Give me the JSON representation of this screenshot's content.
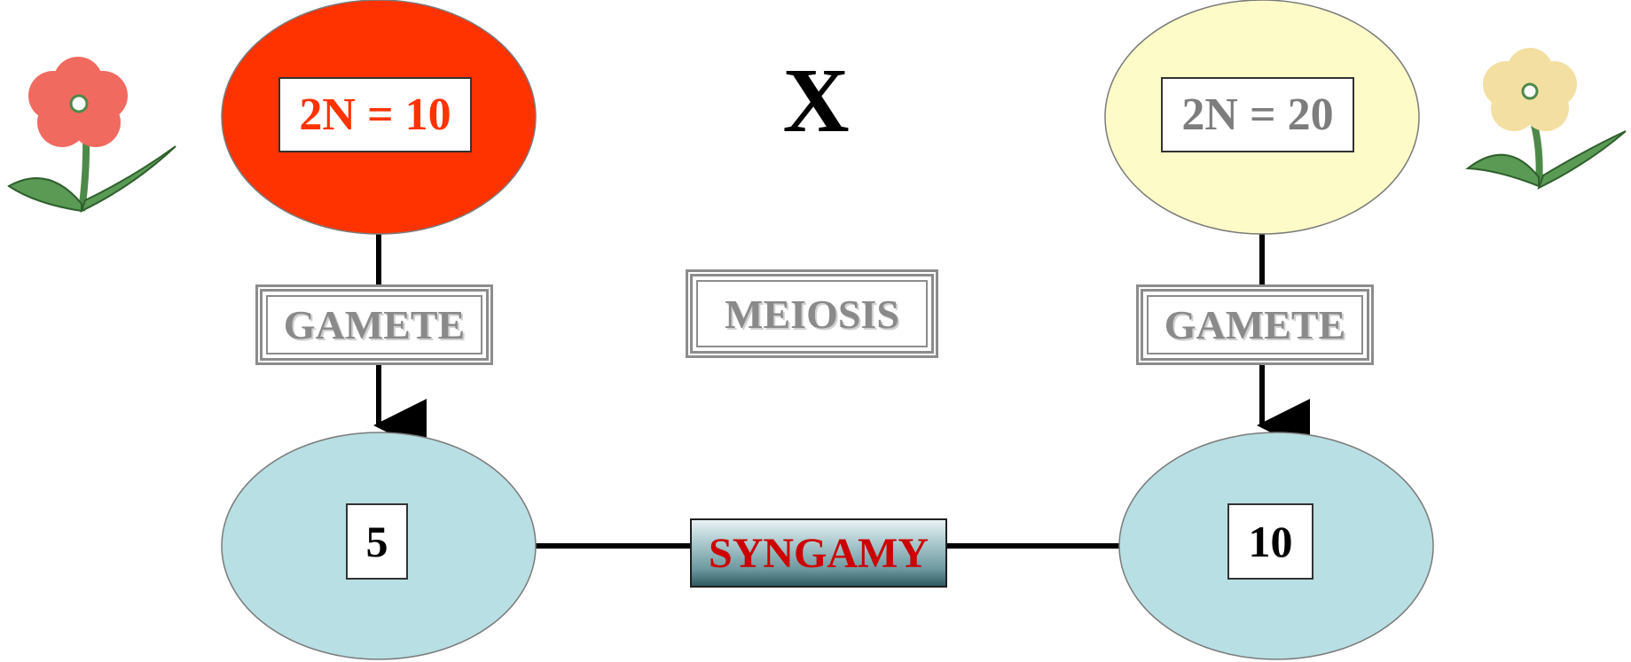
{
  "cross_symbol": "X",
  "process_label": "MEIOSIS",
  "fusion_label": "SYNGAMY",
  "parent_left": {
    "chromosome_label": "2N = 10",
    "fill_color": "#ff3300",
    "text_color": "#ff3300",
    "flower_color": "#f06a60",
    "icon": "red-flower-icon"
  },
  "parent_right": {
    "chromosome_label": "2N = 20",
    "fill_color": "#fdfbc8",
    "text_color": "#7d7d7d",
    "flower_color": "#f4dfa2",
    "icon": "yellow-flower-icon"
  },
  "gamete_left": {
    "stage_label": "GAMETE",
    "chromosome_count": "5",
    "fill_color": "#b8dfe3"
  },
  "gamete_right": {
    "stage_label": "GAMETE",
    "chromosome_count": "10",
    "fill_color": "#b8dfe3"
  },
  "colors": {
    "connector": "#000000",
    "ellipse_outline": "#7a7a7a",
    "syngamy_text": "#cc0000",
    "leaf": "#5a9a55"
  }
}
